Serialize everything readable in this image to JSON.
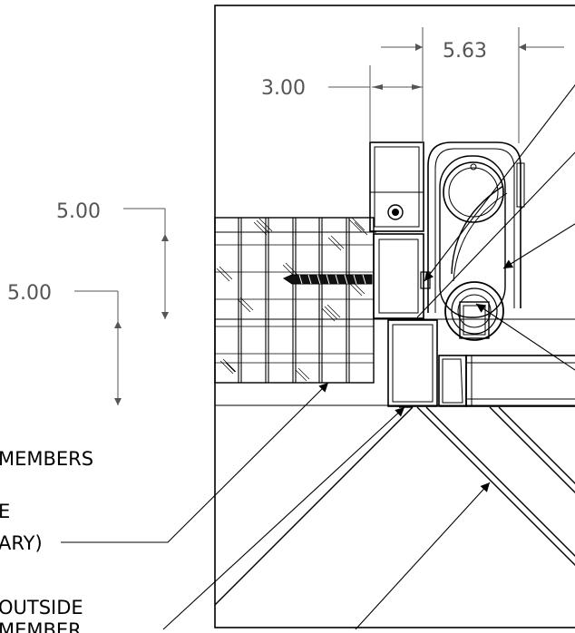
{
  "dimensions": {
    "top_right": "5.63",
    "top_left": "3.00",
    "left_upper": "5.00",
    "left_lower": "5.00"
  },
  "callouts": {
    "line_1": "MEMBERS",
    "line_2": "E",
    "line_3": "ARY)",
    "line_4": "OUTSIDE",
    "line_5": "MEMBER"
  },
  "colors": {
    "line": "#000000",
    "dimension": "#555555",
    "background": "#ffffff"
  }
}
